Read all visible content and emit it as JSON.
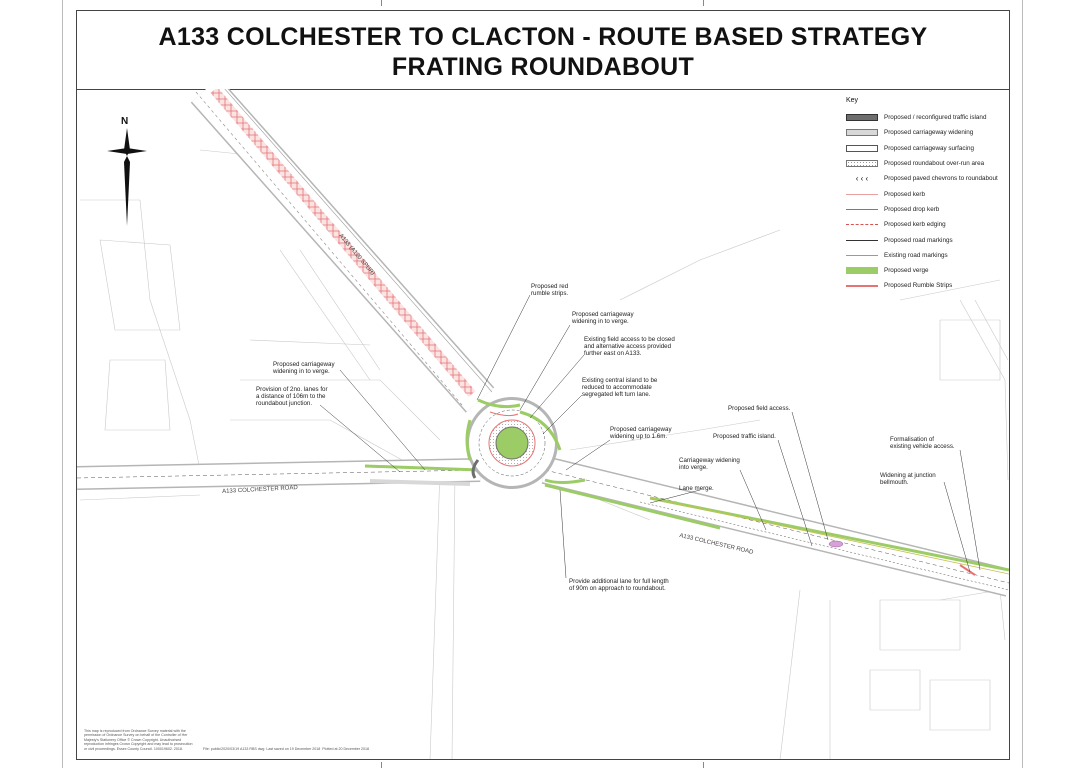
{
  "title": {
    "line1": "A133 COLCHESTER TO CLACTON - ROUTE BASED STRATEGY",
    "line2": "FRATING ROUNDABOUT"
  },
  "compass": {
    "label": "N"
  },
  "key": {
    "title": "Key",
    "items": [
      {
        "label": "Proposed / reconfigured traffic island",
        "icon": "dark-grey-fill"
      },
      {
        "label": "Proposed carriageway widening",
        "icon": "light-grey-fill"
      },
      {
        "label": "Proposed carriageway surfacing",
        "icon": "white-fill"
      },
      {
        "label": "Proposed roundabout over-run area",
        "icon": "dotted-fill"
      },
      {
        "label": "Proposed paved chevrons to roundabout",
        "icon": "chevrons"
      },
      {
        "label": "Proposed kerb",
        "icon": "pink-line"
      },
      {
        "label": "Proposed drop kerb",
        "icon": "red-line"
      },
      {
        "label": "Proposed kerb edging",
        "icon": "red-dashed-line"
      },
      {
        "label": "Proposed road markings",
        "icon": "dark-line"
      },
      {
        "label": "Existing road markings",
        "icon": "grey-line"
      },
      {
        "label": "Proposed verge",
        "icon": "green-fill"
      },
      {
        "label": "Proposed Rumble Strips",
        "icon": "red-thick-line"
      }
    ],
    "colors": {
      "island": "#6e6e6e",
      "widening": "#d8d8d8",
      "kerb": "#e8a0a0",
      "drop_kerb": "#d9534f",
      "verge": "#9ccc65",
      "rumble": "#e57373",
      "marking": "#333333",
      "existing": "#9a9a9a"
    }
  },
  "annotations": {
    "red_rumble": "Proposed red\nrumble strips.",
    "widening_verge_n": "Proposed carriageway\nwidening in to verge.",
    "field_access_closed": "Existing field access to be closed\nand alternative access provided\nfurther east on A133.",
    "central_island": "Existing central island to be\nreduced to accommodate\nsegregated left turn lane.",
    "widening_1_6": "Proposed carriageway\nwidening up to 1.6m.",
    "widening_verge_w": "Proposed carriageway\nwidening in to verge.",
    "two_lanes": "Provision of 2no. lanes for\na distance of 106m to the\nroundabout junction.",
    "field_access": "Proposed field access.",
    "traffic_island": "Proposed traffic island.",
    "widening_into_verge": "Carriageway widening\ninto verge.",
    "lane_merge": "Lane merge.",
    "formalisation": "Formalisation of\nexisting vehicle access.",
    "widening_junction": "Widening at junction\nbellmouth.",
    "additional_lane": "Provide additional lane for full length\nof 90m on approach to roundabout."
  },
  "road_labels": {
    "a133_west": "A133 COLCHESTER ROAD",
    "a133_east": "A133 COLCHESTER ROAD",
    "a120_spur": "A133 (A120 SPUR)"
  },
  "footnote": "This map is reproduced from Ordnance Survey material with the\npermission of Ordnance Survey on behalf of the Controller of Her\nMajesty's Stationery Office © Crown Copyright. Unauthorised\nreproduction infringes Crown Copyright and may lead to prosecution\nor civil proceedings. Essex County Council. 100019602. 2018.",
  "footnote2": "File: public/2020/03/19 A133 RBS dwg  Last saved on 19 December 2018  Plotted at 20 December 2018"
}
